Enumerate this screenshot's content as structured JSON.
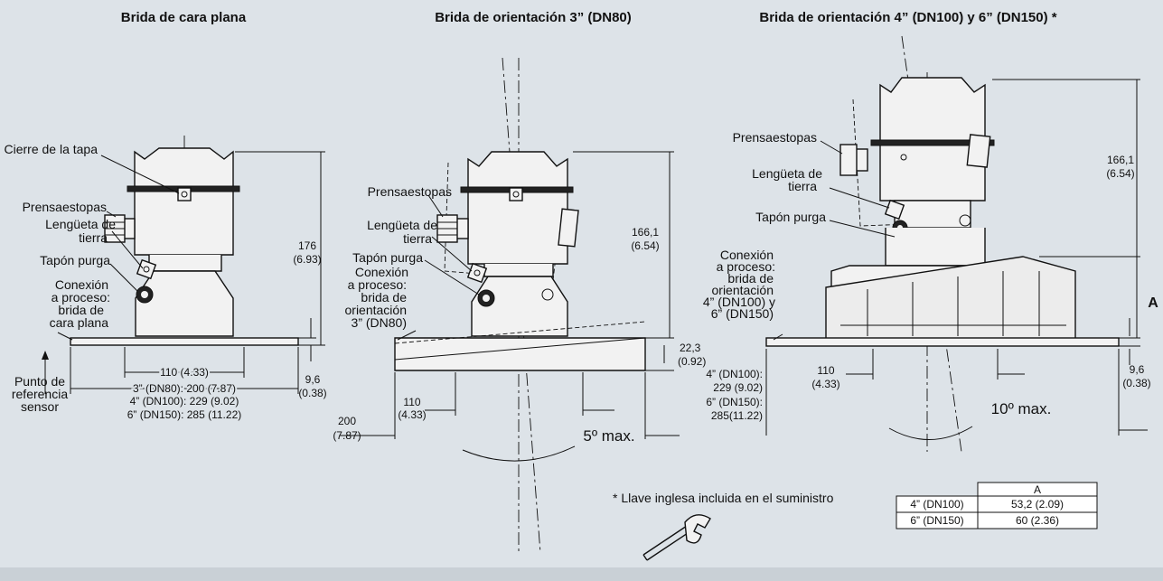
{
  "titles": {
    "flat": "Brida de cara plana",
    "aim3": "Brida de orientación 3” (DN80)",
    "aim4": "Brida de orientación 4” (DN100) y 6” (DN150) *"
  },
  "left": {
    "cierre": "Cierre de la tapa",
    "prensa": "Prensaestopas",
    "lengueta_1": "Lengüeta de",
    "lengueta_2": "tierra",
    "tapon": "Tapón purga",
    "conexion_1": "Conexión",
    "conexion_2": "a proceso:",
    "conexion_3": "brida de",
    "conexion_4": "cara plana",
    "punto_1": "Punto de",
    "punto_2": "referencia",
    "punto_3": "sensor",
    "dim_176": "176",
    "dim_176_in": "(6.93)",
    "dim_110": "110 (4.33)",
    "dim_96": "9,6",
    "dim_96_in": "(0.38)",
    "dim_3in": "3” (DN80): 200 (7.87)",
    "dim_4in": "4” (DN100): 229 (9.02)",
    "dim_6in": "6” (DN150): 285 (11.22)"
  },
  "middle": {
    "prensa": "Prensaestopas",
    "lengueta_1": "Lengüeta de",
    "lengueta_2": "tierra",
    "tapon": "Tapón purga",
    "conexion_1": "Conexión",
    "conexion_2": "a proceso:",
    "conexion_3": "brida de",
    "conexion_4": "orientación",
    "conexion_5": "3” (DN80)",
    "dim_166": "166,1",
    "dim_166_in": "(6.54)",
    "dim_223": "22,3",
    "dim_223_in": "(0.92)",
    "dim_110": "110",
    "dim_110_in": "(4.33)",
    "dim_200": "200",
    "dim_200_in": "(7.87)",
    "angle": "5º max."
  },
  "right": {
    "prensa": "Prensaestopas",
    "lengueta_1": "Lengüeta de",
    "lengueta_2": "tierra",
    "tapon": "Tapón purga",
    "conexion_1": "Conexión",
    "conexion_2": "a proceso:",
    "conexion_3": "brida de",
    "conexion_4": "orientación",
    "conexion_5": "4” (DN100) y",
    "conexion_6": "6” (DN150)",
    "dim_166": "166,1",
    "dim_166_in": "(6.54)",
    "dim_a": "A",
    "dim_110": "110",
    "dim_110_in": "(4.33)",
    "dim_4in_1": "4” (DN100):",
    "dim_4in_2": "229 (9.02)",
    "dim_6in_1": "6” (DN150):",
    "dim_6in_2": "285(11.22)",
    "dim_96": "9,6",
    "dim_96_in": "(0.38)",
    "angle": "10º max."
  },
  "footnote": "* Llave inglesa incluida en el suministro",
  "table": {
    "header": "A",
    "rows": [
      {
        "size": "4” (DN100)",
        "value": "53,2 (2.09)"
      },
      {
        "size": "6” (DN150)",
        "value": "60 (2.36)"
      }
    ]
  }
}
